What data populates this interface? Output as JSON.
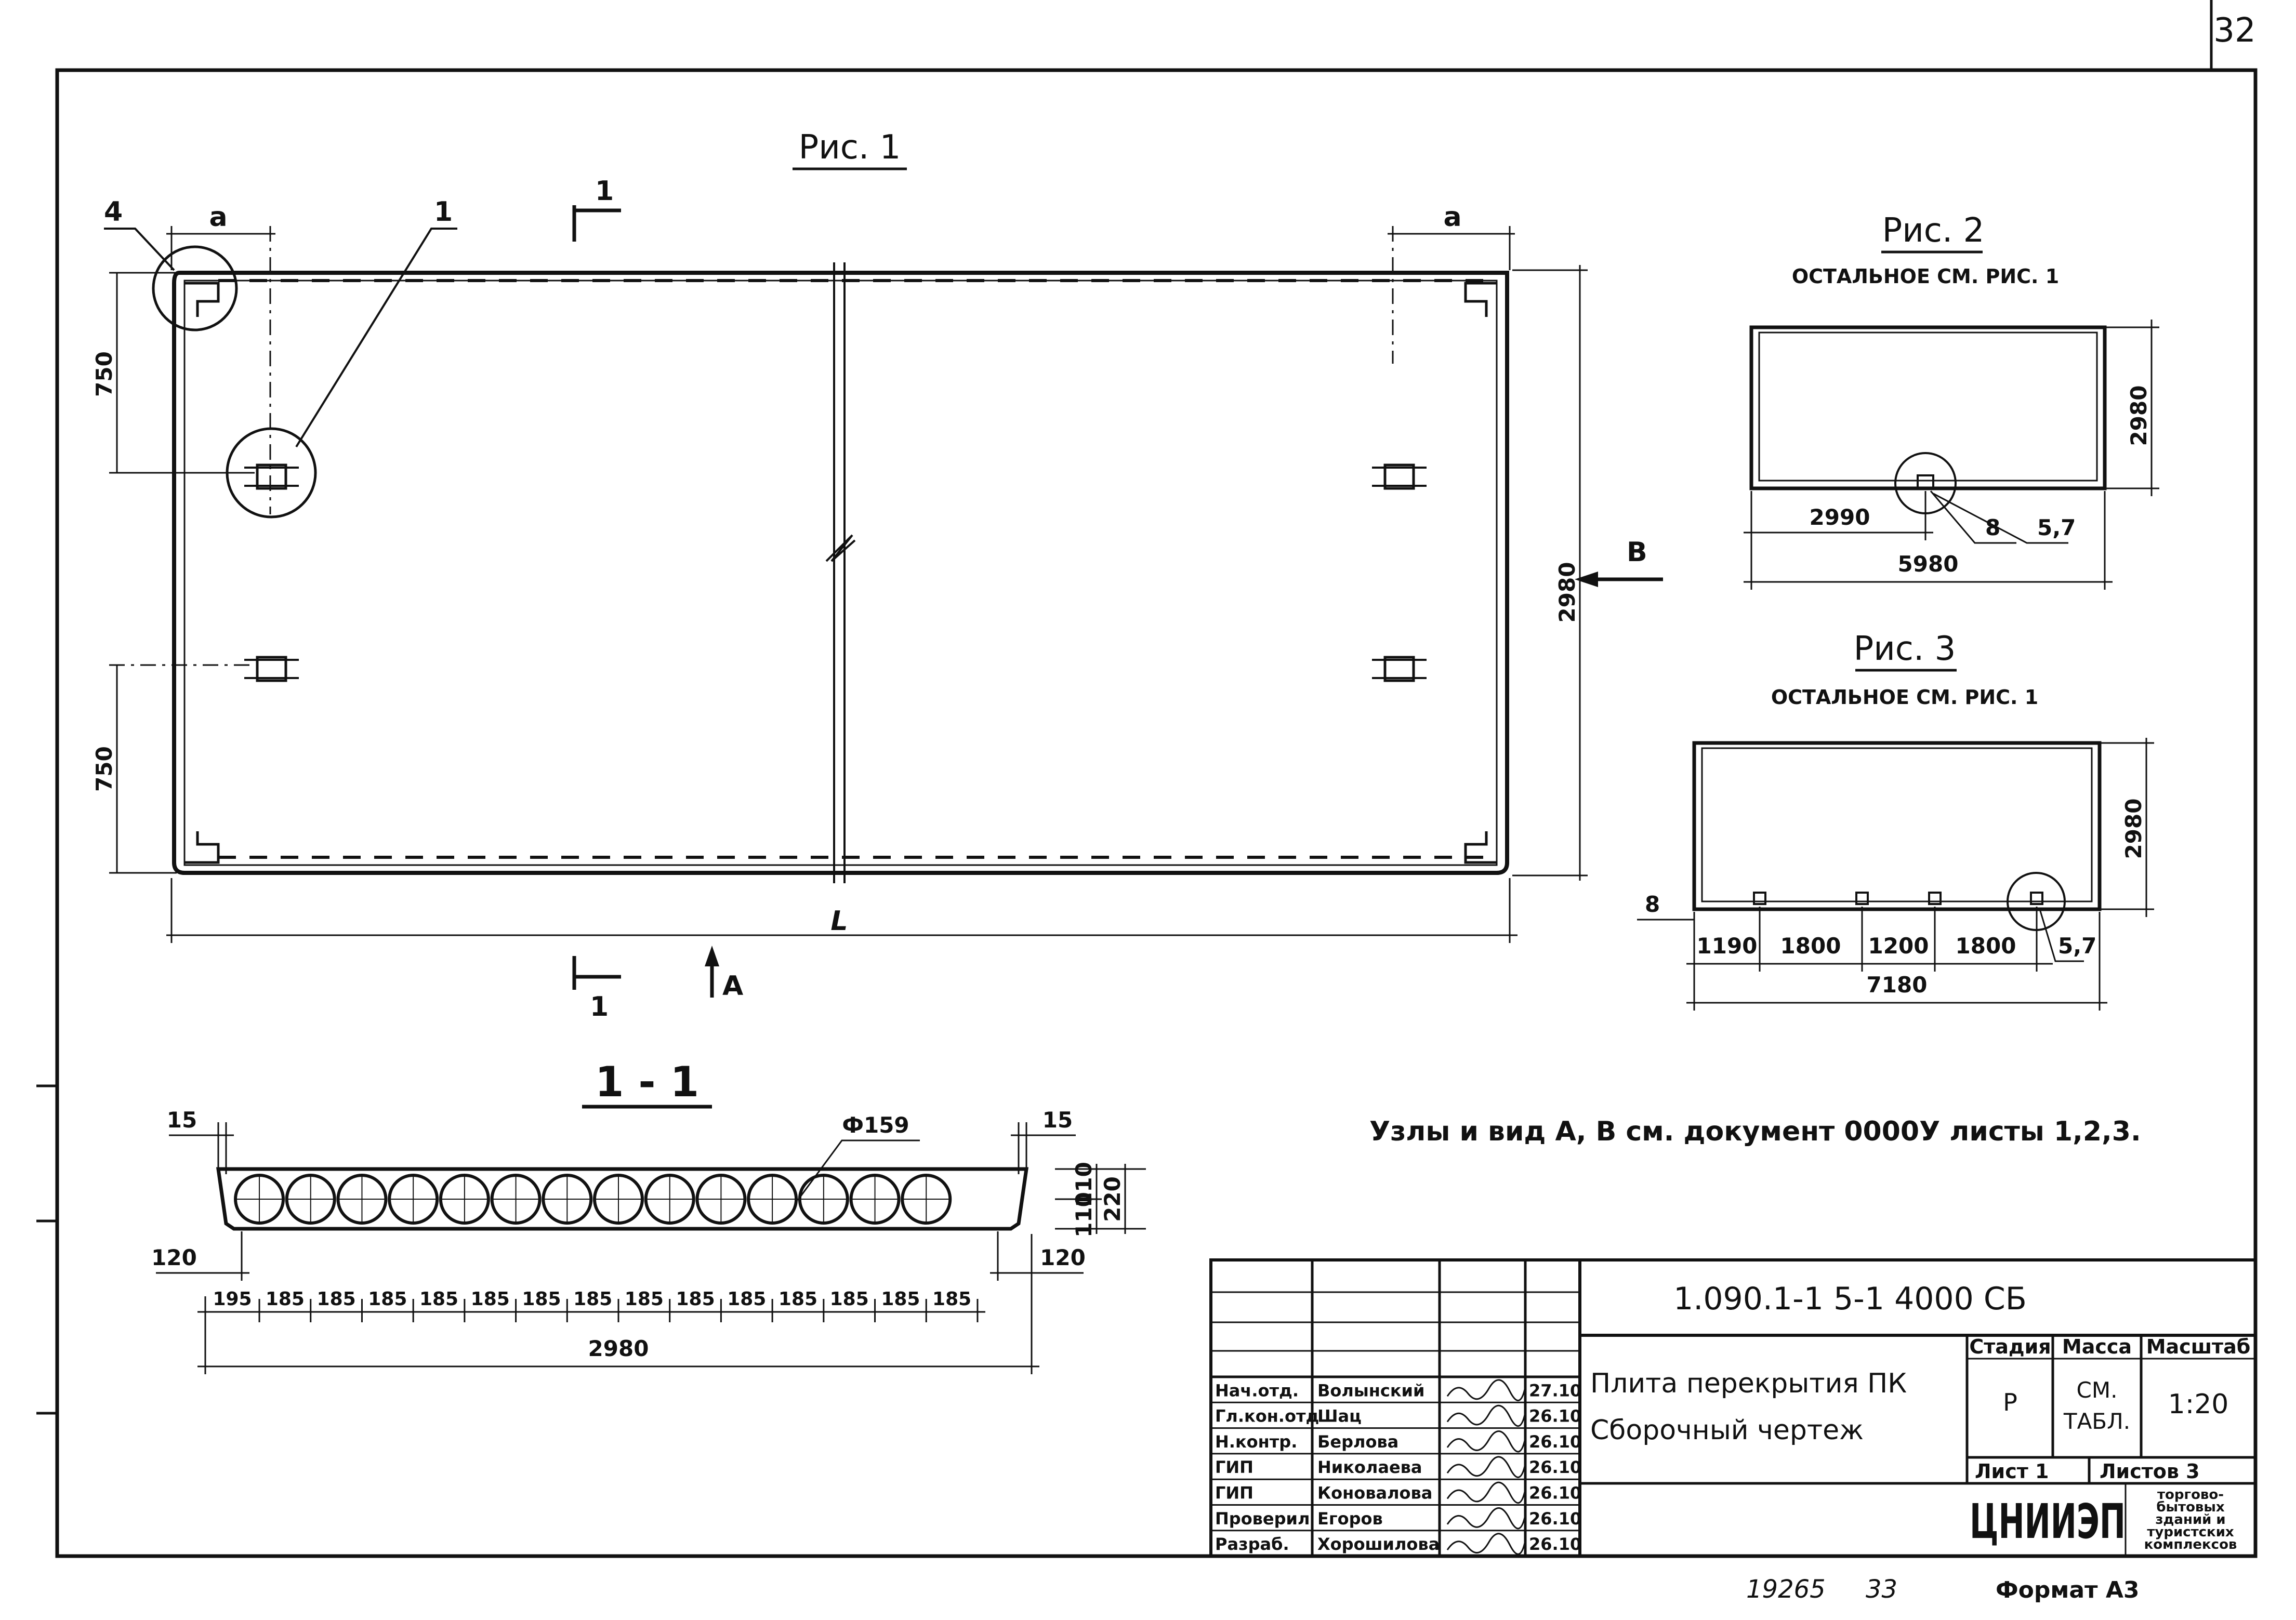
{
  "sheet_number": "32",
  "fig1": {
    "title": "Рис. 1",
    "section_mark": "1",
    "marker_4": "4",
    "marker_1": "1",
    "dim_a_left": "a",
    "dim_a_right": "a",
    "dim_750_top": "750",
    "dim_750_bottom": "750",
    "dim_2980": "2980",
    "dim_L": "L",
    "view_b": "B",
    "view_a": "A"
  },
  "fig2": {
    "title": "Рис. 2",
    "subtitle": "ОСТАЛЬНОЕ СМ. РИС. 1",
    "dim_2980": "2980",
    "dim_2990": "2990",
    "dim_5980": "5980",
    "callout_8": "8",
    "callout_57": "5,7"
  },
  "fig3": {
    "title": "Рис. 3",
    "subtitle": "ОСТАЛЬНОЕ СМ. РИС. 1",
    "dim_2980": "2980",
    "callout_8": "8",
    "callout_57": "5,7",
    "segments": [
      "1190",
      "1800",
      "1200",
      "1800"
    ],
    "total": "7180"
  },
  "section": {
    "title": "1 - 1",
    "diameter": "Ф159",
    "dim_15_left": "15",
    "dim_15_right": "15",
    "dim_120_left": "120",
    "dim_120_right": "120",
    "dim_110_a": "110",
    "dim_110_b": "110",
    "dim_220": "220",
    "spacing": [
      "195",
      "185",
      "185",
      "185",
      "185",
      "185",
      "185",
      "185",
      "185",
      "185",
      "185",
      "185",
      "185",
      "185",
      "185"
    ],
    "total": "2980"
  },
  "note": "Узлы и вид А, В см. документ 0000У листы 1,2,3.",
  "title_block": {
    "doc_code": "1.090.1-1  5-1   4000 СБ",
    "name_line1": "Плита перекрытия ПК",
    "name_line2": "Сборочный чертеж",
    "col_stage": "Стадия",
    "col_mass": "Масса",
    "col_scale": "Масштаб",
    "stage": "Р",
    "mass_line1": "СМ.",
    "mass_line2": "ТАБЛ.",
    "scale": "1:20",
    "sheet": "Лист 1",
    "sheets": "Листов 3",
    "org": "ЦНИИЭП",
    "org_sub": [
      "торгово-",
      "бытовых",
      "зданий и",
      "туристских",
      "комплексов"
    ],
    "signers": [
      {
        "role": "Нач.отд.",
        "name": "Волынский",
        "date": "27.10"
      },
      {
        "role": "Гл.кон.отд",
        "name": "Шац",
        "date": "26.10"
      },
      {
        "role": "Н.контр.",
        "name": "Берлова",
        "date": "26.10"
      },
      {
        "role": "ГИП",
        "name": "Николаева",
        "date": "26.10"
      },
      {
        "role": "ГИП",
        "name": "Коновалова",
        "date": "26.10"
      },
      {
        "role": "Проверил",
        "name": "Егоров",
        "date": "26.10"
      },
      {
        "role": "Разраб.",
        "name": "Хорошилова",
        "date": "26.10"
      }
    ]
  },
  "footer": {
    "inv": "19265",
    "num": "33",
    "format": "Формат А3"
  }
}
